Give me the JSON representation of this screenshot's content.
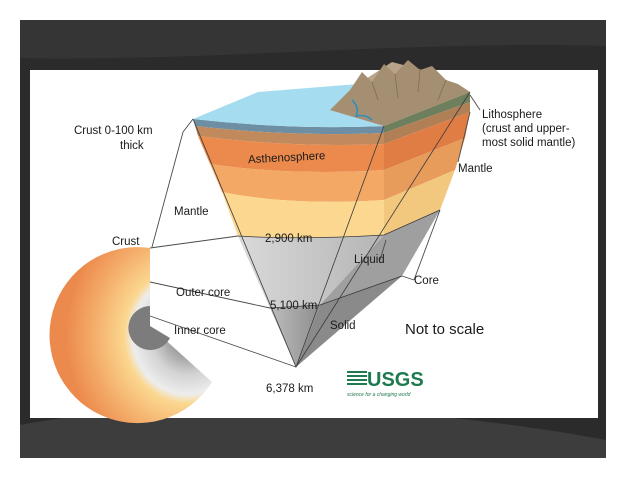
{
  "labels": {
    "crust_thickness": [
      "Crust 0-100 km",
      "thick"
    ],
    "lithosphere": [
      "Lithosphere",
      "(crust and upper-",
      "most solid mantle)"
    ],
    "asthenosphere": "Asthenosphere",
    "mantle_right": "Mantle",
    "mantle_left": "Mantle",
    "crust": "Crust",
    "depth_2900": "2,900 km",
    "liquid": "Liquid",
    "core": "Core",
    "outer_core": "Outer core",
    "depth_5100": "5,100 km",
    "solid": "Solid",
    "inner_core": "Inner core",
    "not_to_scale": "Not to scale",
    "depth_6378": "6,378 km"
  },
  "logo": {
    "text": "USGS",
    "tagline": "science for a changing world"
  },
  "colors": {
    "frame": "#2b2b2b",
    "ocean": "#a6dcef",
    "crust_top": "#6e8fa3",
    "asthenosphere": "#ec8a4d",
    "mantle_upper": "#f3a866",
    "mantle_lower": "#fbd78f",
    "outer_core": "#c8c8c8",
    "inner_core": "#9a9a9a",
    "mountains": "#b9a489",
    "logo_green": "#1f7a4f"
  }
}
